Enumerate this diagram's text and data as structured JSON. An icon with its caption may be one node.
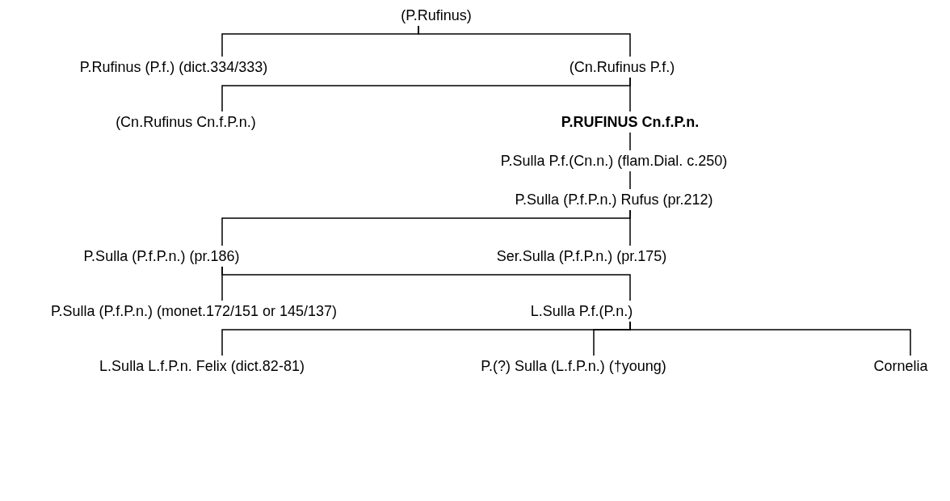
{
  "diagram": {
    "nodes": [
      {
        "text": [
          "(P.Rufinus)"
        ]
      },
      {
        "text": [
          "P.Rufinus (P.f.) (dict.334/333)"
        ]
      },
      {
        "text": [
          "(Cn.Rufinus P.f.)"
        ]
      },
      {
        "text": [
          "(Cn.Rufinus Cn.f.P.n.)"
        ]
      },
      {
        "text": [
          "P.RUFINUS Cn.f.P.n."
        ]
      },
      {
        "text": [
          "P.Sulla P.f.(Cn.n.) (flam.Dial. c.250)"
        ]
      },
      {
        "text": [
          "P.Sulla (P.f.P.n.) Rufus (pr.212)"
        ]
      },
      {
        "text": [
          "P.Sulla (P.f.P.n.) (pr.186)"
        ]
      },
      {
        "text": [
          "Ser.Sulla (P.f.P.n.) (pr.175)"
        ]
      },
      {
        "text": [
          "P.Sulla (P.f.P.n.) (monet.172/151 or 145/137)"
        ]
      },
      {
        "text": [
          "L.Sulla P.f.(P.n.)"
        ]
      },
      {
        "text": [
          "L.Sulla L.f.P.n. Felix (dict.82-81)"
        ]
      },
      {
        "text": [
          "P.(?) Sulla (L.f.P.n.) (†young)"
        ]
      },
      {
        "text": [
          "Cornelia"
        ]
      }
    ],
    "edges": [
      {
        "from": 0,
        "to": 1,
        "arrow": "none"
      },
      {
        "from": 0,
        "to": 2,
        "arrow": "none"
      },
      {
        "from": 2,
        "to": 3,
        "arrow": "none"
      },
      {
        "from": 2,
        "to": 4,
        "arrow": "none"
      },
      {
        "from": 4,
        "to": 5,
        "arrow": "none"
      },
      {
        "from": 5,
        "to": 6,
        "arrow": "none"
      },
      {
        "from": 6,
        "to": 7,
        "arrow": "none"
      },
      {
        "from": 6,
        "to": 8,
        "arrow": "none"
      },
      {
        "from": 7,
        "to": 9,
        "arrow": "none"
      },
      {
        "from": 7,
        "to": 10,
        "arrow": "none"
      },
      {
        "from": 10,
        "to": 11,
        "arrow": "none"
      },
      {
        "from": 10,
        "to": 12,
        "arrow": "none"
      },
      {
        "from": 10,
        "to": 13,
        "arrow": "none"
      }
    ]
  }
}
